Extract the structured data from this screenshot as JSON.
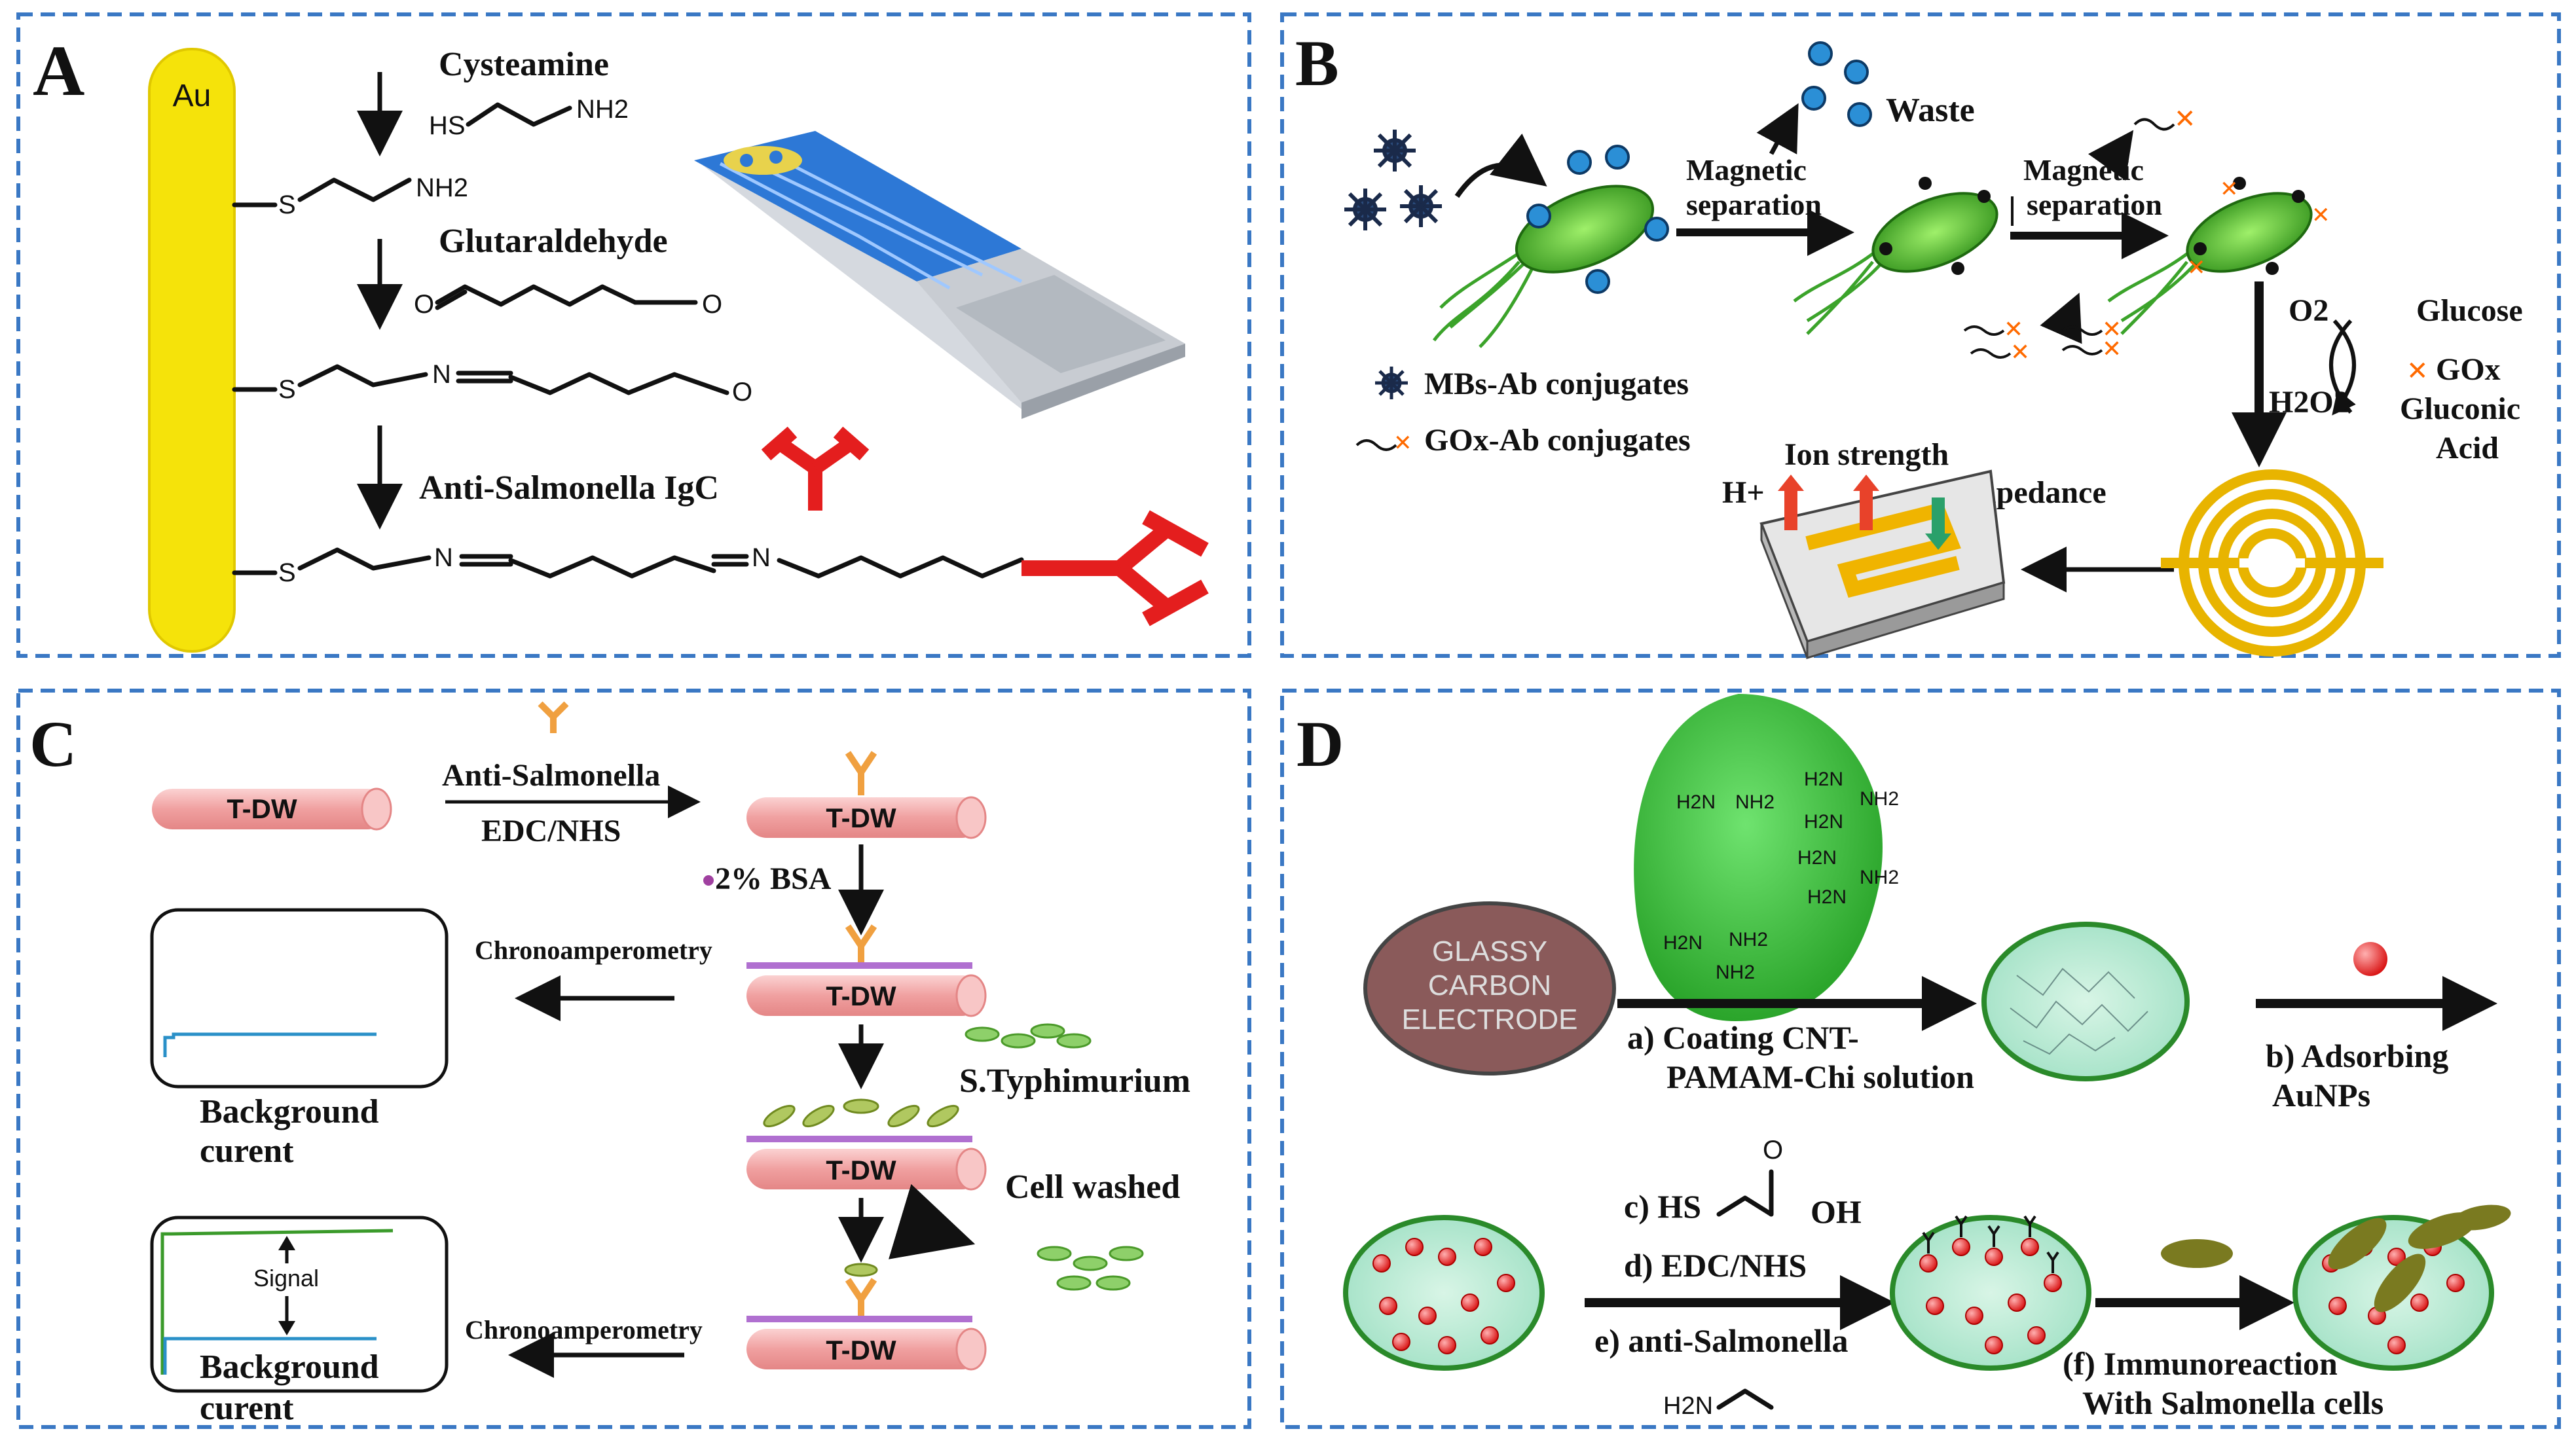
{
  "panels": {
    "A": {
      "letter": "A",
      "electrode": "Au",
      "step1": "Cysteamine",
      "cys_hs": "HS",
      "cys_nh2": "NH2",
      "nh2_surface": "NH2",
      "step2": "Glutaraldehyde",
      "o1": "O",
      "o2": "O",
      "o3": "O",
      "s1": "S",
      "s2": "S",
      "s3": "S",
      "n1": "N",
      "n2": "N",
      "n3": "N",
      "step3": "Anti-Salmonella IgC"
    },
    "B": {
      "letter": "B",
      "waste": "Waste",
      "magsep1_line1": "Magnetic",
      "magsep1_line2": "separation",
      "magsep2_line1": "Magnetic",
      "magsep2_line2": "separation",
      "o2": "O2",
      "h2o2": "H2O2",
      "glucose": "Glucose",
      "gox": "GOx",
      "gluconic1": "Gluconic",
      "gluconic2": "Acid",
      "legend_mbs": "MBs-Ab conjugates",
      "legend_gox": "GOx-Ab conjugates",
      "ion": "Ion strength",
      "hplus": "H+",
      "impedance": "Impedance"
    },
    "C": {
      "letter": "C",
      "tdw": "T-DW",
      "anti": "Anti-Salmonella",
      "edc": "EDC/NHS",
      "bsa": "2% BSA",
      "chrono1": "Chronoamperometry",
      "chrono2": "Chronoamperometry",
      "bg1_line1": "Background",
      "bg1_line2": "curent",
      "bg2_line1": "Background",
      "bg2_line2": "curent",
      "signal": "Signal",
      "typhi": "S.Typhimurium",
      "washed": "Cell washed"
    },
    "D": {
      "letter": "D",
      "gce1": "GLASSY",
      "gce2": "CARBON",
      "gce3": "ELECTRODE",
      "step_a1": "a)    Coating CNT-",
      "step_a2": "PAMAM-Chi solution",
      "step_b1": "b) Adsorbing",
      "step_b2": "AuNPs",
      "step_c_hs": "c) HS",
      "step_c_oh": "OH",
      "step_c_o": "O",
      "step_d": "d) EDC/NHS",
      "step_e": "e) anti-Salmonella",
      "step_e_h2n": "H2N",
      "step_f1": "(f) Immunoreaction",
      "step_f2": "With Salmonella cells",
      "amine": "H2N",
      "amine_r": "NH2",
      "nh2_short": "NH2"
    }
  },
  "colors": {
    "panel_border": "#3a78c4",
    "gold": "#f5e30a",
    "antibody": "#e41e1e",
    "bacteria": "#4bbf2a",
    "tdw": "#f3a6a6",
    "gce": "#8a5a5a",
    "coating": "#3cc23c"
  }
}
